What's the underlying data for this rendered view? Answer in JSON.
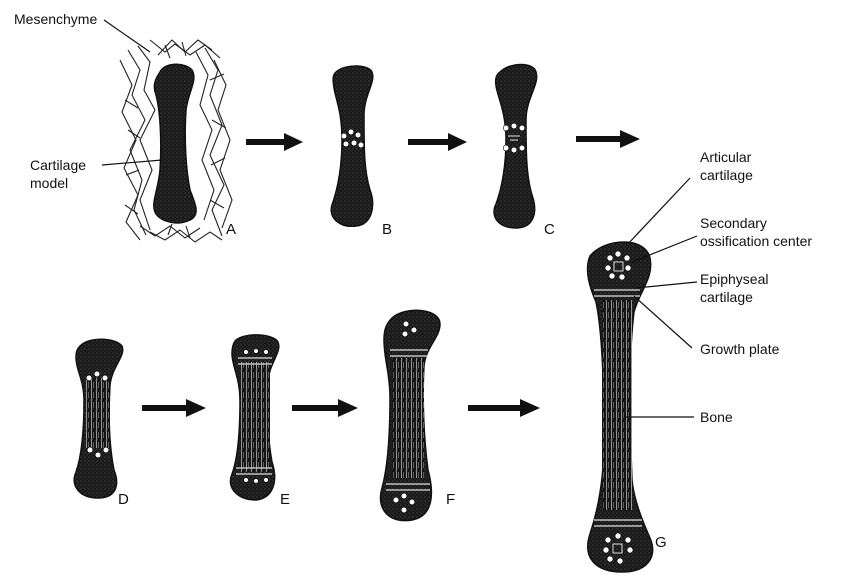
{
  "labels": {
    "mesenchyme": "Mesenchyme",
    "cartilage_model_1": "Cartilage",
    "cartilage_model_2": "model",
    "articular_1": "Articular",
    "articular_2": "cartilage",
    "secondary_1": "Secondary",
    "secondary_2": "ossification center",
    "epiphyseal_1": "Epiphyseal",
    "epiphyseal_2": "cartilage",
    "growth_plate": "Growth plate",
    "bone": "Bone"
  },
  "stages": {
    "a": "A",
    "b": "B",
    "c": "C",
    "d": "D",
    "e": "E",
    "f": "F",
    "g": "G"
  }
}
